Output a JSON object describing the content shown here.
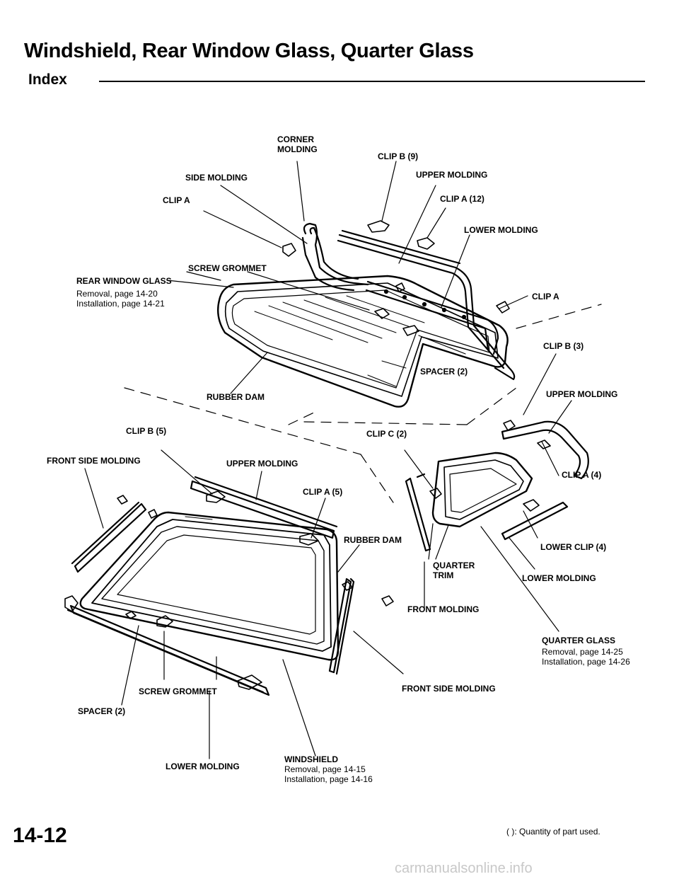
{
  "header": {
    "title": "Windshield, Rear Window Glass, Quarter Glass",
    "subtitle": "Index"
  },
  "labels": {
    "corner_molding": "CORNER\nMOLDING",
    "clip_b_9": "CLIP B (9)",
    "side_molding": "SIDE MOLDING",
    "upper_molding_rear": "UPPER MOLDING",
    "clip_a_rear_left": "CLIP A",
    "clip_a_12": "CLIP A (12)",
    "lower_molding_rear": "LOWER MOLDING",
    "screw_grommet_rear": "SCREW GROMMET",
    "rear_window_glass": "REAR WINDOW GLASS",
    "clip_a_rear_right": "CLIP A",
    "clip_b_3": "CLIP B (3)",
    "spacer_2_rear": "SPACER (2)",
    "rubber_dam_rear": "RUBBER DAM",
    "upper_molding_quarter": "UPPER MOLDING",
    "clip_b_5": "CLIP B (5)",
    "clip_c_2": "CLIP C (2)",
    "front_side_molding_left": "FRONT SIDE MOLDING",
    "upper_molding_front": "UPPER MOLDING",
    "clip_a_5": "CLIP A (5)",
    "clip_a_4": "CLIP A (4)",
    "rubber_dam_front": "RUBBER DAM",
    "lower_clip_4": "LOWER CLIP (4)",
    "quarter_trim": "QUARTER\nTRIM",
    "lower_molding_quarter": "LOWER MOLDING",
    "front_molding": "FRONT MOLDING",
    "quarter_glass": "QUARTER GLASS",
    "front_side_molding_right": "FRONT SIDE MOLDING",
    "screw_grommet_front": "SCREW GROMMET",
    "spacer_2_front": "SPACER (2)",
    "windshield": "WINDSHIELD",
    "lower_molding_front": "LOWER MOLDING"
  },
  "refs": {
    "rear_window_removal": "Removal, page 14-20",
    "rear_window_installation": "Installation, page 14-21",
    "quarter_glass_removal": "Removal, page 14-25",
    "quarter_glass_installation": "Installation, page 14-26",
    "windshield_removal": "Removal, page 14-15",
    "windshield_installation": "Installation, page 14-16"
  },
  "footer": {
    "page_number": "14-12",
    "quantity_note": "(   ): Quantity of part used.",
    "watermark": "carmanualsonline.info"
  }
}
